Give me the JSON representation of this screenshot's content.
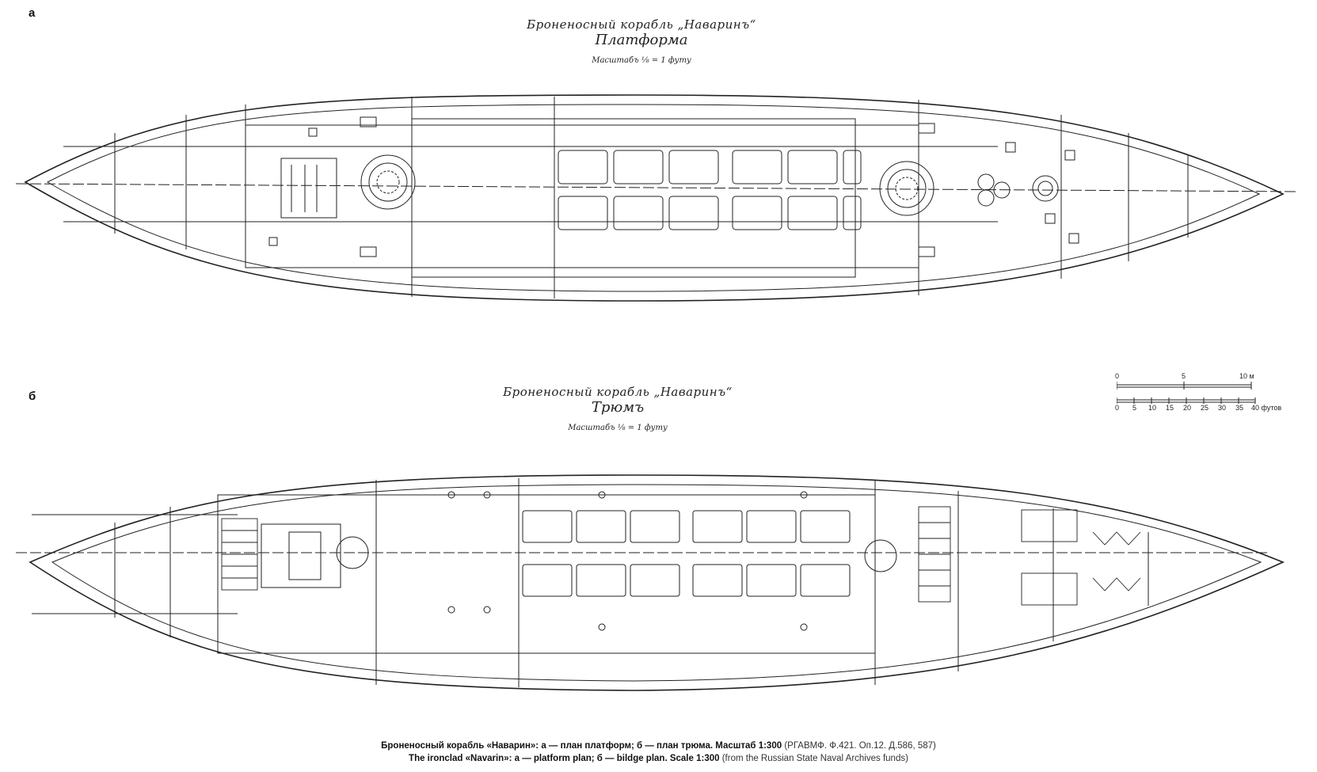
{
  "panel_a": {
    "letter": "а",
    "title_line1": "Броненосный корабль „Наваринъ“",
    "title_line2": "Платформа",
    "scale_note": "Масштабъ ⅛ = 1 футу"
  },
  "panel_b": {
    "letter": "б",
    "title_line1": "Броненосный корабль „Наваринъ“",
    "title_line2": "Трюмъ",
    "scale_note": "Масштабъ ⅛ = 1 футу"
  },
  "scale_bar": {
    "metric_ticks": [
      "0",
      "5",
      "10 м"
    ],
    "imperial_ticks": [
      "0",
      "5",
      "10",
      "15",
      "20",
      "25",
      "30",
      "35",
      "40 футов"
    ]
  },
  "caption": {
    "ru_main": "Броненосный корабль «Наварин»: а — план платформ; б — план трюма. Масштаб 1:300",
    "ru_source": "(РГАВМФ. Ф.421. Оп.12. Д.586, 587)",
    "en_main": "The ironclad «Navarin»: a — platform plan; б — bildge plan. Scale 1:300",
    "en_source": "(from the Russian State Naval Archives funds)"
  }
}
